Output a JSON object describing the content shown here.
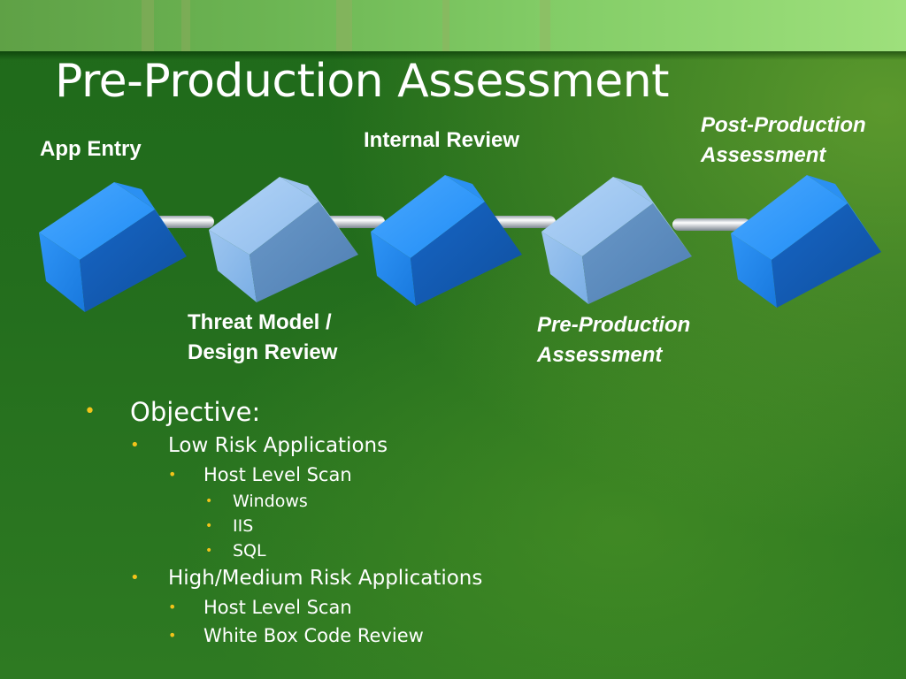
{
  "slide": {
    "title": "Pre-Production Assessment"
  },
  "diagram": {
    "stages": [
      {
        "label": "App Entry",
        "italic": false,
        "cube_color": "blue"
      },
      {
        "label": [
          "Threat Model /",
          "Design Review"
        ],
        "italic": false,
        "cube_color": "light-blue"
      },
      {
        "label": "Internal Review",
        "italic": false,
        "cube_color": "blue"
      },
      {
        "label": [
          "Pre-Production",
          "Assessment"
        ],
        "italic": true,
        "cube_color": "light-blue",
        "current": true
      },
      {
        "label": [
          "Post-Production",
          "Assessment"
        ],
        "italic": true,
        "cube_color": "blue"
      }
    ]
  },
  "bullets": [
    {
      "text": "Objective:",
      "level": 1
    },
    {
      "text": "Low Risk Applications",
      "level": 2
    },
    {
      "text": "Host Level Scan",
      "level": 3
    },
    {
      "text": "Windows",
      "level": 4
    },
    {
      "text": "IIS",
      "level": 4
    },
    {
      "text": "SQL",
      "level": 4
    },
    {
      "text": "High/Medium Risk Applications",
      "level": 2
    },
    {
      "text": "Host Level Scan",
      "level": 3
    },
    {
      "text": "White Box Code Review",
      "level": 3
    }
  ],
  "colors": {
    "bullet_marker": "#f2c31a",
    "text": "#ffffff",
    "cube_blue": "#1e88f0",
    "cube_light_blue": "#8cbbef",
    "connector": "#d8dde3"
  }
}
